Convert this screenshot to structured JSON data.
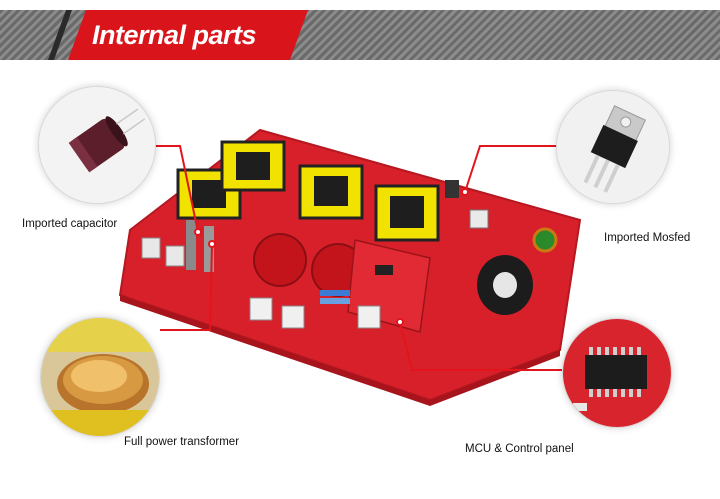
{
  "header": {
    "title": "Internal parts"
  },
  "callouts": {
    "capacitor": "Imported capacitor",
    "mosfet": "Imported Mosfed",
    "transformer": "Full power transformer",
    "mcu": "MCU & Control panel"
  },
  "colors": {
    "banner_red": "#d9141b",
    "board_red": "#d8202a",
    "leader_red": "#e3141c"
  }
}
